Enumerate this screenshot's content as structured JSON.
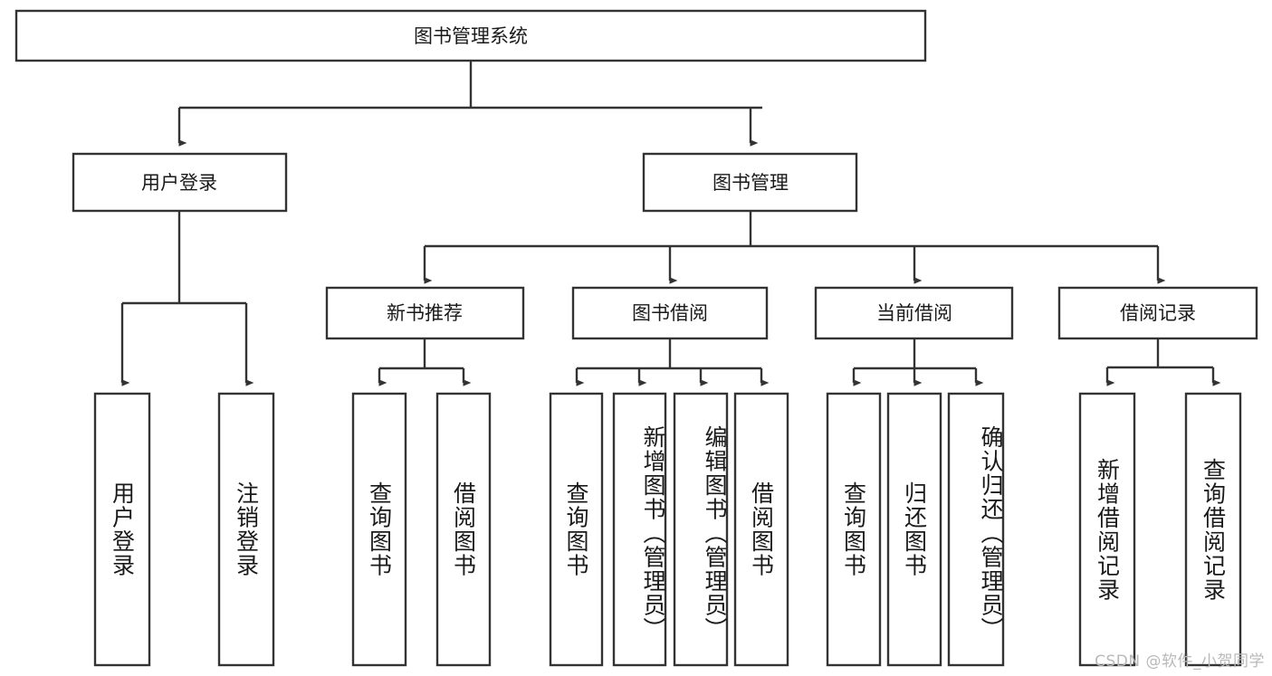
{
  "diagram": {
    "title": "图书管理系统",
    "type": "tree-hierarchy-diagram",
    "root": {
      "label": "图书管理系统"
    },
    "level2": [
      {
        "label": "用户登录"
      },
      {
        "label": "图书管理"
      }
    ],
    "level3": [
      {
        "label": "新书推荐",
        "parent": "图书管理"
      },
      {
        "label": "图书借阅",
        "parent": "图书管理"
      },
      {
        "label": "当前借阅",
        "parent": "图书管理"
      },
      {
        "label": "借阅记录",
        "parent": "图书管理"
      }
    ],
    "leaves": [
      {
        "label": "用户登录",
        "parent": "用户登录"
      },
      {
        "label": "注销登录",
        "parent": "用户登录"
      },
      {
        "label": "查询图书",
        "parent": "新书推荐"
      },
      {
        "label": "借阅图书",
        "parent": "新书推荐"
      },
      {
        "label": "查询图书",
        "parent": "图书借阅"
      },
      {
        "label": "新增图书（管理员）",
        "parent": "图书借阅"
      },
      {
        "label": "编辑图书（管理员）",
        "parent": "图书借阅"
      },
      {
        "label": "借阅图书",
        "parent": "图书借阅"
      },
      {
        "label": "查询图书",
        "parent": "当前借阅"
      },
      {
        "label": "归还图书",
        "parent": "当前借阅"
      },
      {
        "label": "确认归还（管理员）",
        "parent": "当前借阅"
      },
      {
        "label": "新增借阅记录",
        "parent": "借阅记录"
      },
      {
        "label": "查询借阅记录",
        "parent": "借阅记录"
      }
    ],
    "colors": {
      "stroke": "#333333",
      "fill": "#ffffff",
      "text": "#1a1a1a",
      "watermark": "#b9b9b9"
    }
  },
  "watermark": {
    "text": "CSDN @软件_小贺同学"
  }
}
